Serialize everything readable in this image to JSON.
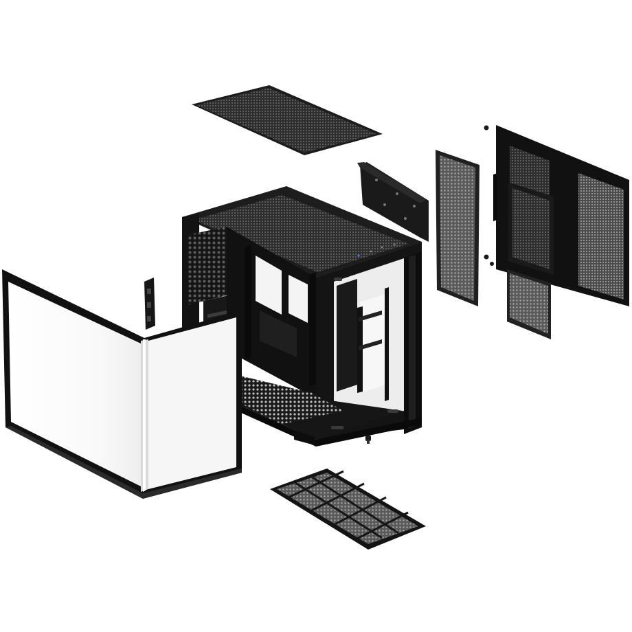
{
  "scene": {
    "subject": "pc-case-exploded-view",
    "background_color": "#ffffff",
    "colors": {
      "frame": "#141414",
      "frame_edge": "#2b2b2b",
      "mesh_dark": "#3a3a3a",
      "mesh_light": "#7a7a7a",
      "glass": "#f7f7f7",
      "glass_edge": "#e6e6e6"
    },
    "parts": [
      {
        "name": "top-dust-filter"
      },
      {
        "name": "main-chassis"
      },
      {
        "name": "tempered-glass-side-panel"
      },
      {
        "name": "pcie-bracket"
      },
      {
        "name": "gpu-vertical-bracket"
      },
      {
        "name": "side-mesh-filter"
      },
      {
        "name": "right-side-panel"
      },
      {
        "name": "bottom-dust-filter"
      },
      {
        "name": "thumbscrew"
      }
    ]
  }
}
